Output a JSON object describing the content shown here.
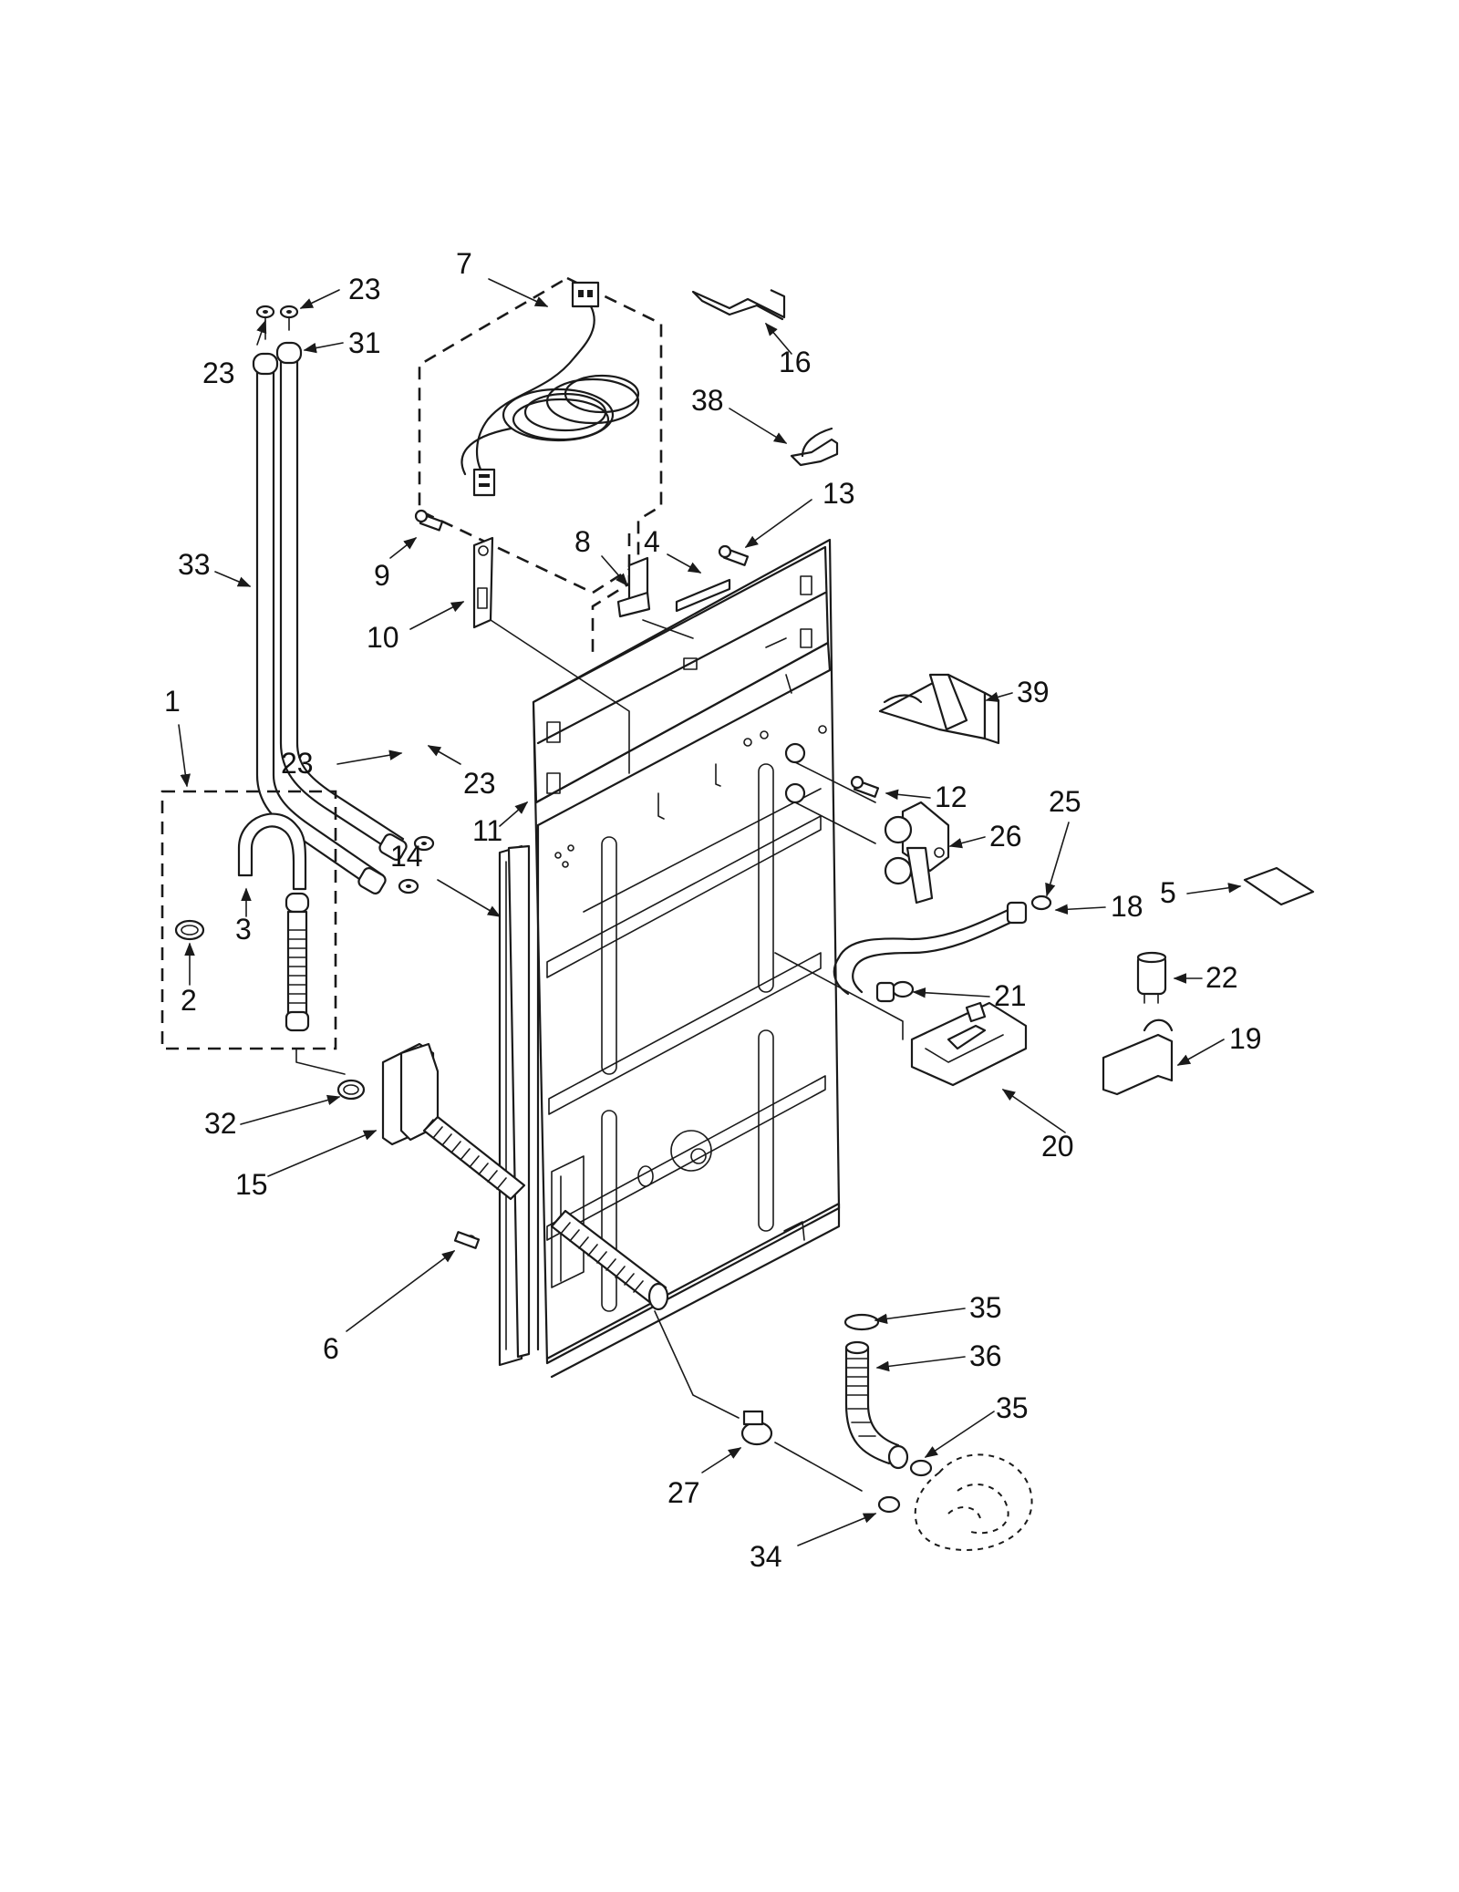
{
  "diagram": {
    "callouts": [
      {
        "id": "c7",
        "number": "7"
      },
      {
        "id": "c23a",
        "number": "23"
      },
      {
        "id": "c23b",
        "number": "23"
      },
      {
        "id": "c31",
        "number": "31"
      },
      {
        "id": "c16",
        "number": "16"
      },
      {
        "id": "c38",
        "number": "38"
      },
      {
        "id": "c13",
        "number": "13"
      },
      {
        "id": "c33",
        "number": "33"
      },
      {
        "id": "c9",
        "number": "9"
      },
      {
        "id": "c8",
        "number": "8"
      },
      {
        "id": "c4",
        "number": "4"
      },
      {
        "id": "c10",
        "number": "10"
      },
      {
        "id": "c39",
        "number": "39"
      },
      {
        "id": "c1",
        "number": "1"
      },
      {
        "id": "c23c",
        "number": "23"
      },
      {
        "id": "c23d",
        "number": "23"
      },
      {
        "id": "c12",
        "number": "12"
      },
      {
        "id": "c26",
        "number": "26"
      },
      {
        "id": "c25",
        "number": "25"
      },
      {
        "id": "c11",
        "number": "11"
      },
      {
        "id": "c14",
        "number": "14"
      },
      {
        "id": "c3",
        "number": "3"
      },
      {
        "id": "c18",
        "number": "18"
      },
      {
        "id": "c5",
        "number": "5"
      },
      {
        "id": "c2",
        "number": "2"
      },
      {
        "id": "c22",
        "number": "22"
      },
      {
        "id": "c21",
        "number": "21"
      },
      {
        "id": "c19",
        "number": "19"
      },
      {
        "id": "c32",
        "number": "32"
      },
      {
        "id": "c20",
        "number": "20"
      },
      {
        "id": "c15",
        "number": "15"
      },
      {
        "id": "c35a",
        "number": "35"
      },
      {
        "id": "c6",
        "number": "6"
      },
      {
        "id": "c36",
        "number": "36"
      },
      {
        "id": "c35b",
        "number": "35"
      },
      {
        "id": "c27",
        "number": "27"
      },
      {
        "id": "c34",
        "number": "34"
      }
    ]
  }
}
